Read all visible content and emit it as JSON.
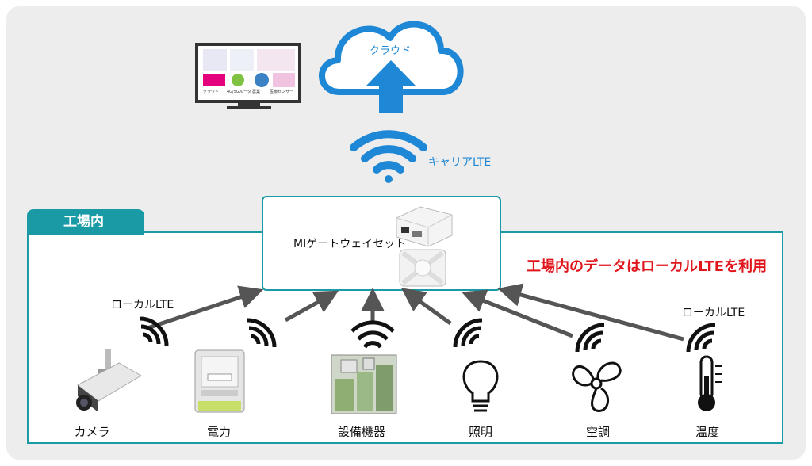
{
  "cloud": {
    "label": "クラウド"
  },
  "carrier": {
    "label": "キャリアLTE"
  },
  "factory": {
    "tab_label": "工場内"
  },
  "gateway": {
    "label": "MIゲートウェイセット"
  },
  "note": "工場内のデータはローカルLTEを利用",
  "local_lte": {
    "left": "ローカルLTE",
    "right": "ローカルLTE"
  },
  "dashboard": {
    "tiles": [
      "クラウド",
      "4G/5Gルータ",
      "農業",
      "医療センサー"
    ]
  },
  "devices": [
    {
      "id": "camera",
      "label": "カメラ"
    },
    {
      "id": "power",
      "label": "電力"
    },
    {
      "id": "equipment",
      "label": "設備機器"
    },
    {
      "id": "lighting",
      "label": "照明"
    },
    {
      "id": "aircon",
      "label": "空調"
    },
    {
      "id": "temperature",
      "label": "温度"
    }
  ],
  "colors": {
    "teal": "#1a9aa4",
    "blue": "#1e88d6",
    "red": "#e0151b",
    "arrow": "#555555"
  }
}
